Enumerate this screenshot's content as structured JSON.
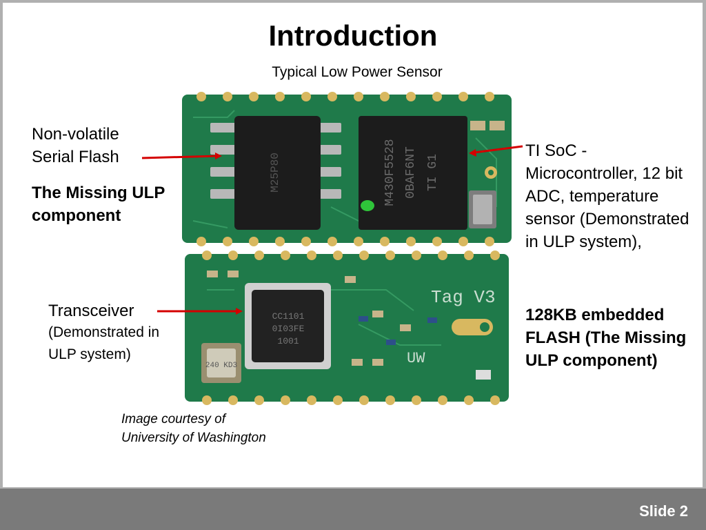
{
  "slide": {
    "title": "Introduction",
    "subtitle": "Typical Low Power Sensor",
    "slide_number": "Slide 2"
  },
  "labels": {
    "flash": "Non-volatile Serial Flash",
    "flash_missing": "The Missing ULP component",
    "transceiver": "Transceiver",
    "transceiver_note": "(Demonstrated in ULP system)",
    "soc": "TI SoC - Microcontroller, 12 bit ADC, temperature sensor (Demonstrated in ULP system),",
    "soc_bold": "128KB embedded FLASH (The Missing ULP component)",
    "credit_line1": "Image courtesy of",
    "credit_line2": "University of Washington"
  },
  "board_markings": {
    "flash_chip": "M25P80",
    "soc_chip_line1": "M430F5528",
    "soc_chip_line2": "0BAF6NT",
    "soc_chip_line3": "TI G1",
    "radio_chip_line1": "CC1101",
    "radio_chip_line2": "0I03FE",
    "radio_chip_line3": "1001",
    "tag": "Tag V3",
    "uw": "UW",
    "crystal": "240 KD3"
  },
  "colors": {
    "pcb": "#1f7a4a",
    "pcb_dark": "#0f4d2c",
    "gold": "#c8a64a",
    "chip": "#1c1c1c",
    "arrow": "#d40000",
    "footer": "#7a7a7a"
  }
}
